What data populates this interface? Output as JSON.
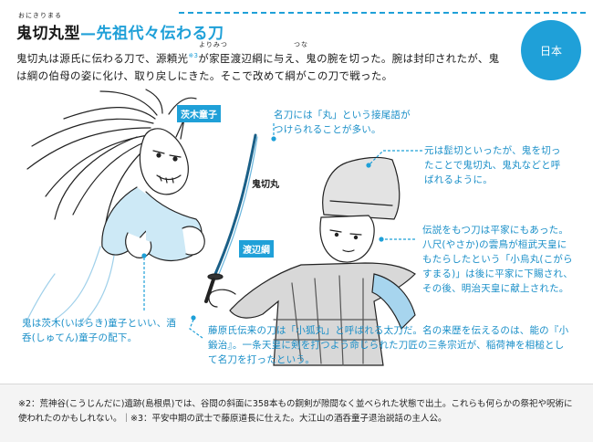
{
  "header": {
    "ruby_onikirimaru": "おにきりまる",
    "title_main": "鬼切丸型",
    "title_sub": "—先祖代々伝わる刀",
    "region_badge": "日本"
  },
  "intro": {
    "ruby_yorimitsu": "よりみつ",
    "ruby_tsuna": "つな",
    "part1": "鬼切丸は源氏に伝わる刀で、源頼光",
    "note_ref": "※3",
    "part2": "が家臣渡辺綱に与え、鬼の腕を切った。腕は封印されたが、鬼は綱の伯母の姿に化け、取り戻しにきた。そこで改めて綱がこの刀で戦った。"
  },
  "labels": {
    "ibaraki": "茨木童子",
    "watanabe": "渡辺綱",
    "sword": "鬼切丸"
  },
  "notes": {
    "name_suffix": "名刀には「丸」という接尾語がつけられることが多い。",
    "higekiri": "元は髭切といったが、鬼を切ったことで鬼切丸、鬼丸などと呼ばれるように。",
    "heike": "伝説をもつ刀は平家にもあった。八尺(やさか)の雲鳥が桓武天皇にもたらしたという「小烏丸(こがらすまる)」は後に平家に下賜され、その後、明治天皇に献上された。",
    "ibaraki_desc": "鬼は茨木(いばらき)童子といい、酒呑(しゅてん)童子の配下。",
    "fujiwara": "藤原氏伝来の刀は「小狐丸」と呼ばれる太刀だ。名の来歴を伝えるのは、能の『小鍛治』。一条天皇に剣を打つよう命じられた刀匠の三条宗近が、稲荷神を相槌として名刀を打ったという。"
  },
  "footer": {
    "text": "※2：荒神谷(こうじんだに)遺跡(島根県)では、谷間の斜面に358本もの銅剣が隙間なく並べられた状態で出土。これらも何らかの祭祀や呪術に使われたのかもしれない。｜※3：平安中期の武士で藤原道長に仕えた。大江山の酒呑童子退治説話の主人公。"
  },
  "colors": {
    "accent": "#1fa0d8",
    "text": "#1a1a1a"
  }
}
